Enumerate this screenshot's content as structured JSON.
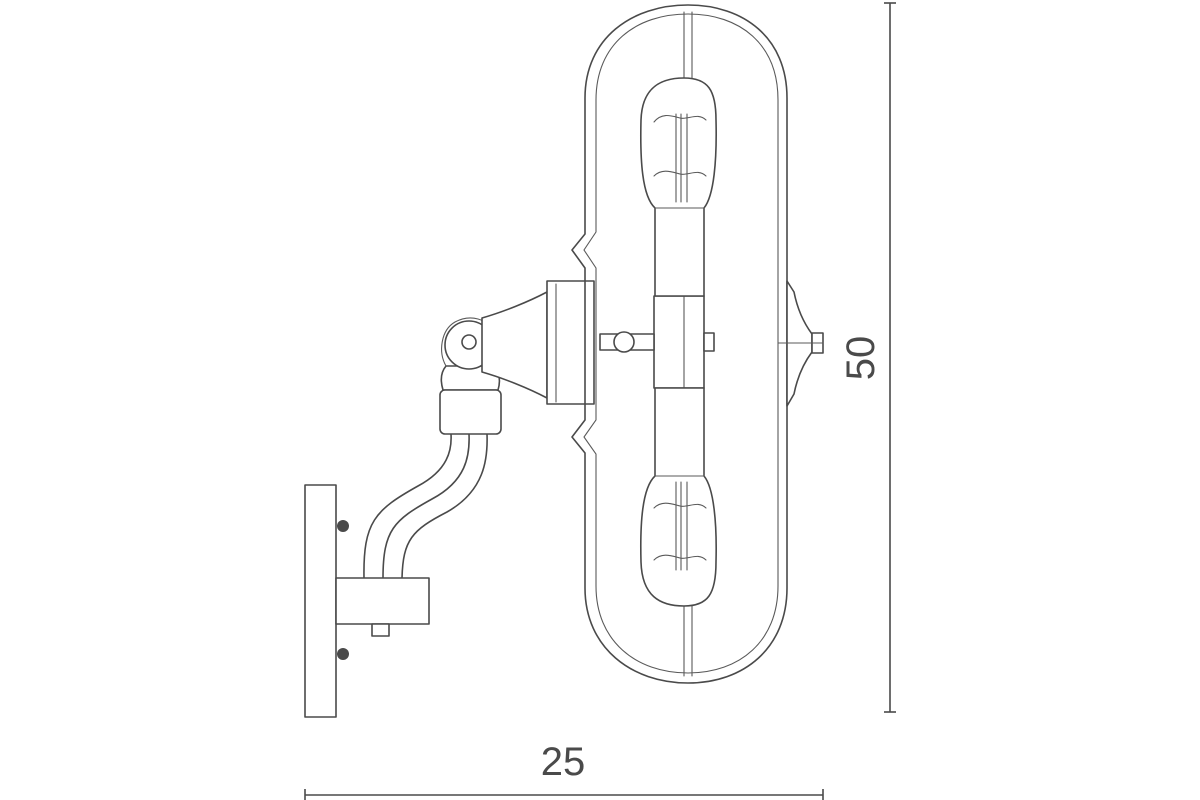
{
  "drawing": {
    "subject": "wall-sconce",
    "dimensions": {
      "width_label": "25",
      "height_label": "50"
    },
    "colors": {
      "line": "#4a4a4a",
      "background": "#ffffff"
    }
  }
}
